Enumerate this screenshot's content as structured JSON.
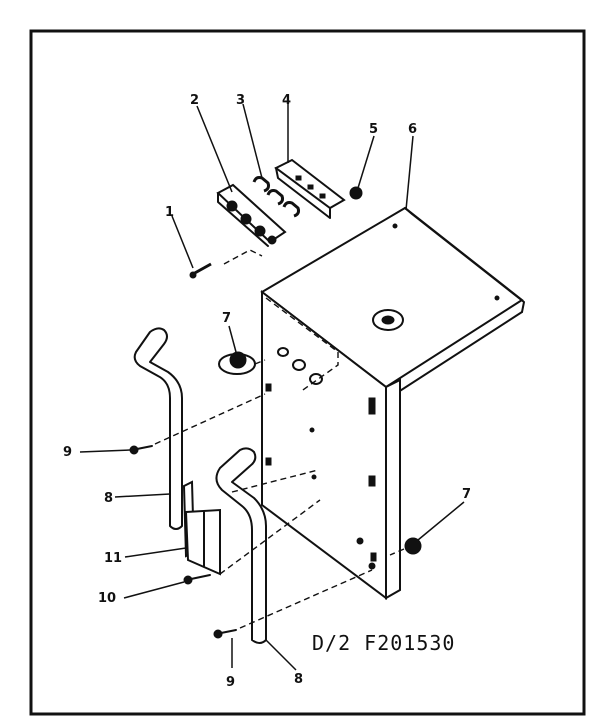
{
  "diagram": {
    "code": "D/2 F201530",
    "callouts": [
      "1",
      "2",
      "3",
      "4",
      "5",
      "6",
      "7",
      "7",
      "8",
      "8",
      "9",
      "9",
      "10",
      "11"
    ]
  }
}
